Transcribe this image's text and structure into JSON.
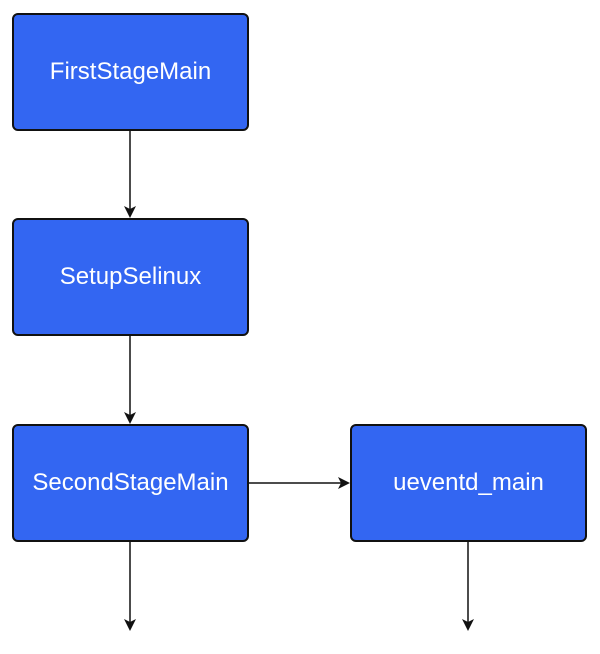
{
  "diagram": {
    "nodes": [
      {
        "id": "first-stage-main",
        "label": "FirstStageMain"
      },
      {
        "id": "setup-selinux",
        "label": "SetupSelinux"
      },
      {
        "id": "second-stage-main",
        "label": "SecondStageMain"
      },
      {
        "id": "ueventd-main",
        "label": "ueventd_main"
      }
    ],
    "edges": [
      {
        "from": "first-stage-main",
        "to": "setup-selinux"
      },
      {
        "from": "setup-selinux",
        "to": "second-stage-main"
      },
      {
        "from": "second-stage-main",
        "to": "ueventd-main"
      },
      {
        "from": "second-stage-main",
        "to": ""
      },
      {
        "from": "ueventd-main",
        "to": ""
      }
    ],
    "colors": {
      "node_fill": "#3366f2",
      "node_border": "#111111",
      "node_text": "#ffffff",
      "edge": "#111111"
    }
  }
}
